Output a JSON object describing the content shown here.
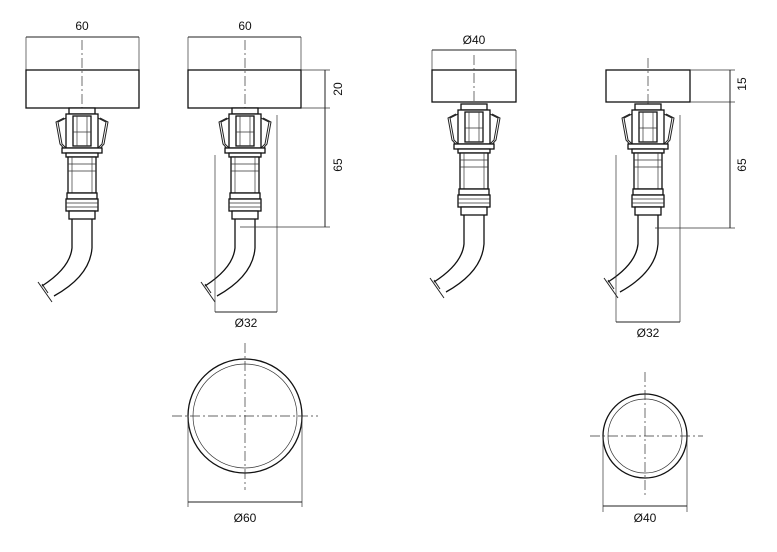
{
  "dimensions": {
    "view1_width": "60",
    "view2_width": "60",
    "view2_head_height": "20",
    "view2_body_height": "65",
    "view2_base_diameter": "Ø32",
    "view3_diameter": "Ø40",
    "view4_head_height": "15",
    "view4_body_height": "65",
    "view4_base_diameter": "Ø32",
    "circle1_diameter": "Ø60",
    "circle2_diameter": "Ø40"
  }
}
